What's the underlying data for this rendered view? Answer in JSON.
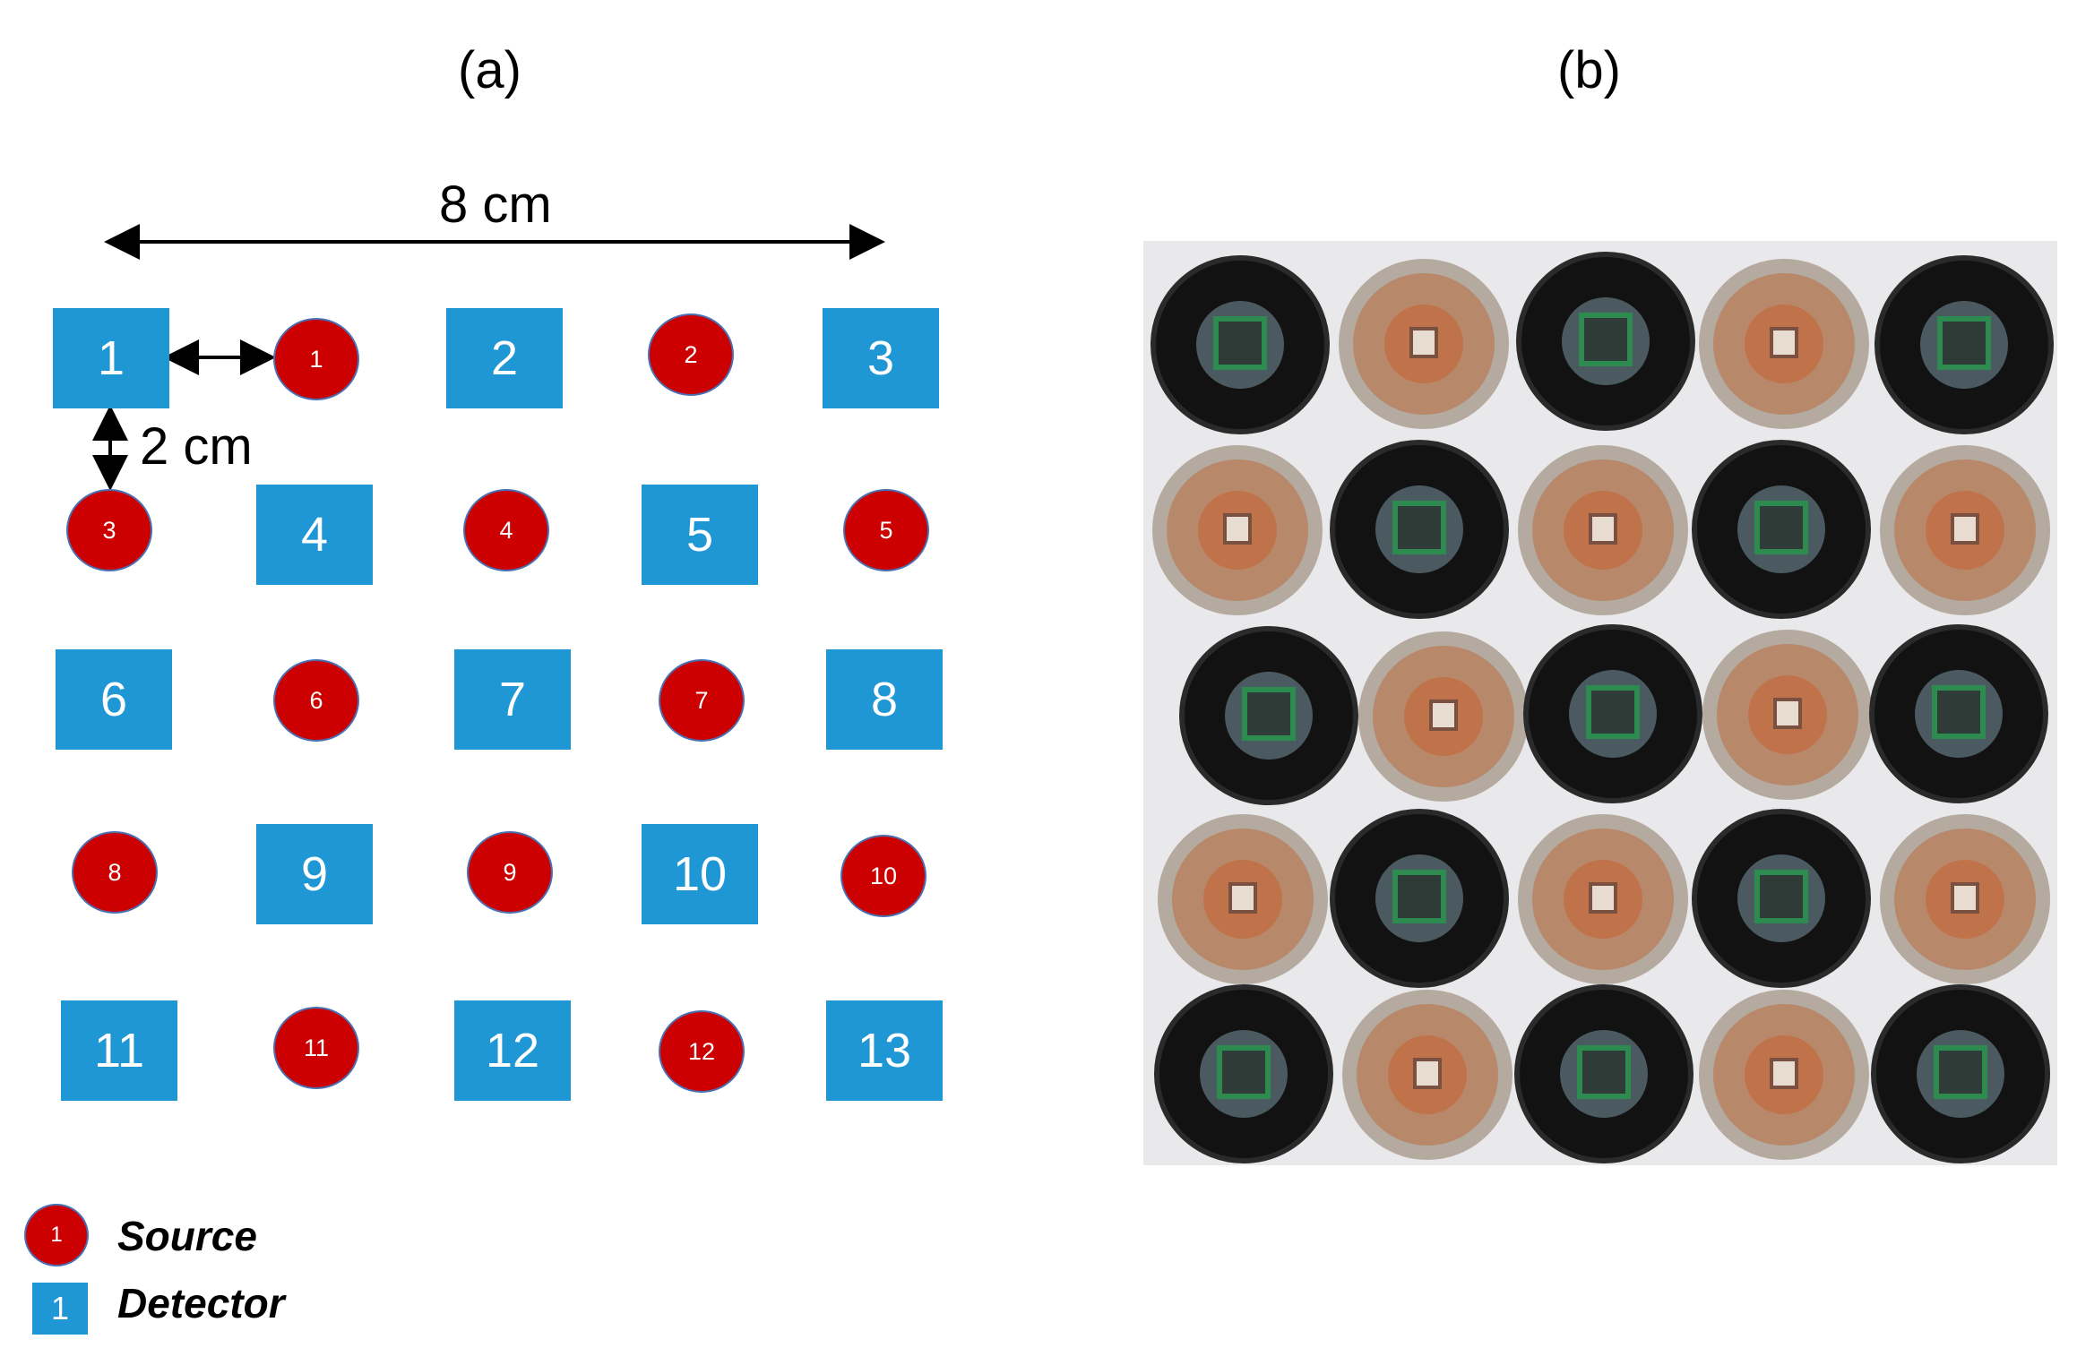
{
  "panels": {
    "a": "(a)",
    "b": "(b)"
  },
  "dimensions": {
    "width_label": "8 cm",
    "spacing_label": "2 cm"
  },
  "detectors": [
    {
      "label": "1"
    },
    {
      "label": "2"
    },
    {
      "label": "3"
    },
    {
      "label": "4"
    },
    {
      "label": "5"
    },
    {
      "label": "6"
    },
    {
      "label": "7"
    },
    {
      "label": "8"
    },
    {
      "label": "9"
    },
    {
      "label": "10"
    },
    {
      "label": "11"
    },
    {
      "label": "12"
    },
    {
      "label": "13"
    }
  ],
  "sources": [
    {
      "label": "1"
    },
    {
      "label": "2"
    },
    {
      "label": "3"
    },
    {
      "label": "4"
    },
    {
      "label": "5"
    },
    {
      "label": "6"
    },
    {
      "label": "7"
    },
    {
      "label": "8"
    },
    {
      "label": "9"
    },
    {
      "label": "10"
    },
    {
      "label": "11"
    },
    {
      "label": "12"
    }
  ],
  "legend": {
    "source": {
      "symbol": "1",
      "text": "Source"
    },
    "detector": {
      "symbol": "1",
      "text": "Detector"
    }
  },
  "colors": {
    "detector": "#1f97d4",
    "source": "#cc0000",
    "source_outline": "#4a6fb3"
  }
}
